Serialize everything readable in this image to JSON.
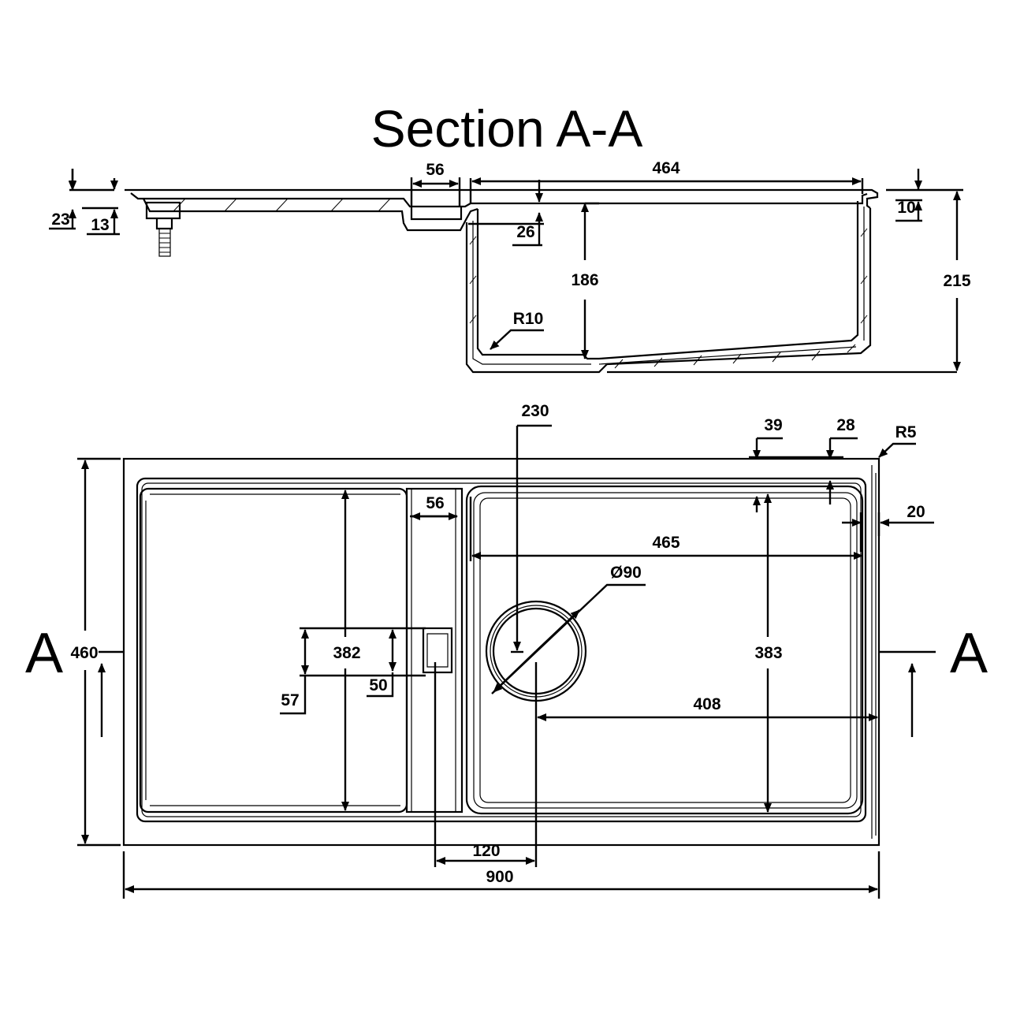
{
  "title": "Section A-A",
  "section_marks": {
    "left": "A",
    "right": "A"
  },
  "section_view": {
    "dims": {
      "rim_23": "23",
      "rim_13": "13",
      "channel_56": "56",
      "bowl_464": "464",
      "step_26": "26",
      "depth_186": "186",
      "radius_r10": "R10",
      "rim_10": "10",
      "height_215": "215"
    }
  },
  "plan_view": {
    "dims": {
      "drain_230": "230",
      "edge_39": "39",
      "edge_28": "28",
      "corner_r5": "R5",
      "edge_20": "20",
      "channel_56": "56",
      "bowl_465": "465",
      "waste_d90": "Ø90",
      "width_460": "460",
      "drainer_382": "382",
      "bowl_383": "383",
      "overflow_57": "57",
      "overflow_50": "50",
      "waste_408": "408",
      "waste_120": "120",
      "length_900": "900"
    }
  }
}
